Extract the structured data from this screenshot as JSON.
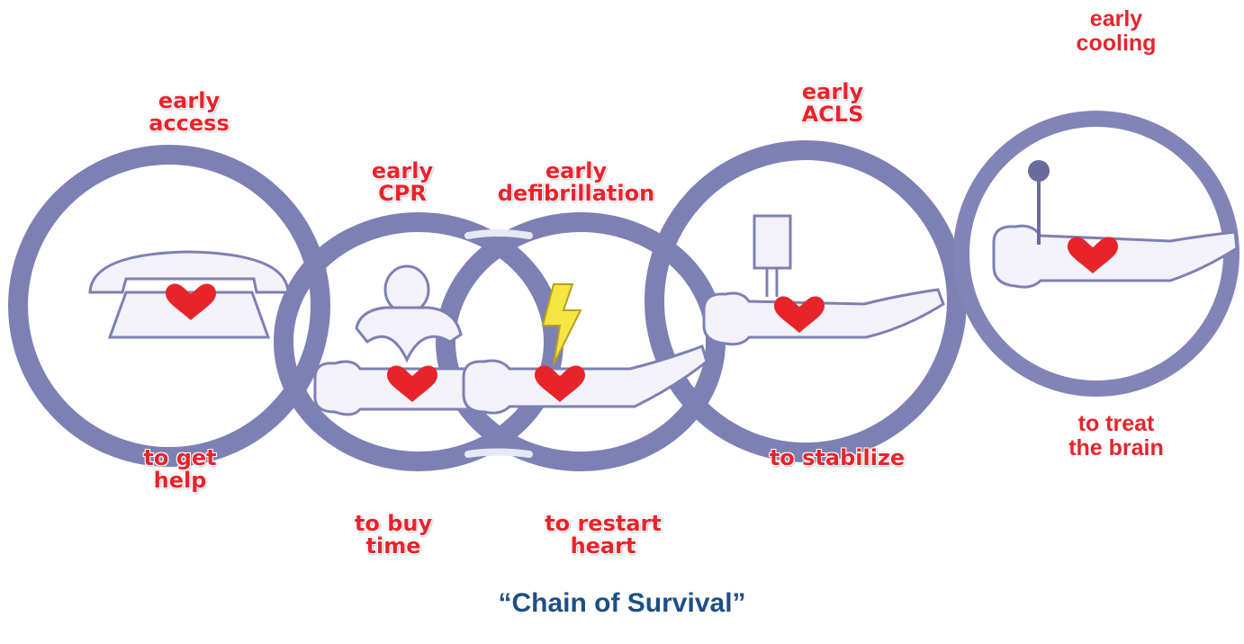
{
  "links": [
    {
      "id": "access",
      "top": "early\naccess",
      "bottom": "to get\nhelp"
    },
    {
      "id": "cpr",
      "top": "early\nCPR",
      "bottom": "to buy\ntime"
    },
    {
      "id": "defib",
      "top": "early\ndefibrillation",
      "bottom": "to restart\nheart"
    },
    {
      "id": "acls",
      "top": "early\nACLS",
      "bottom": "to stabilize"
    },
    {
      "id": "cooling",
      "top": "early\ncooling",
      "bottom": "to treat\nthe brain"
    }
  ],
  "caption": "“Chain of Survival”",
  "colors": {
    "chain": "#7d80b4",
    "chain_outline": "#5d6093",
    "heart": "#e8242b",
    "label_red": "#e8242b",
    "caption_blue": "#1d4f86",
    "lightning": "#f4e542"
  },
  "icons": [
    "telephone-icon",
    "cpr-rescuer-icon",
    "lightning-icon",
    "iv-pole-icon",
    "thermometer-icon",
    "heart-icon"
  ]
}
